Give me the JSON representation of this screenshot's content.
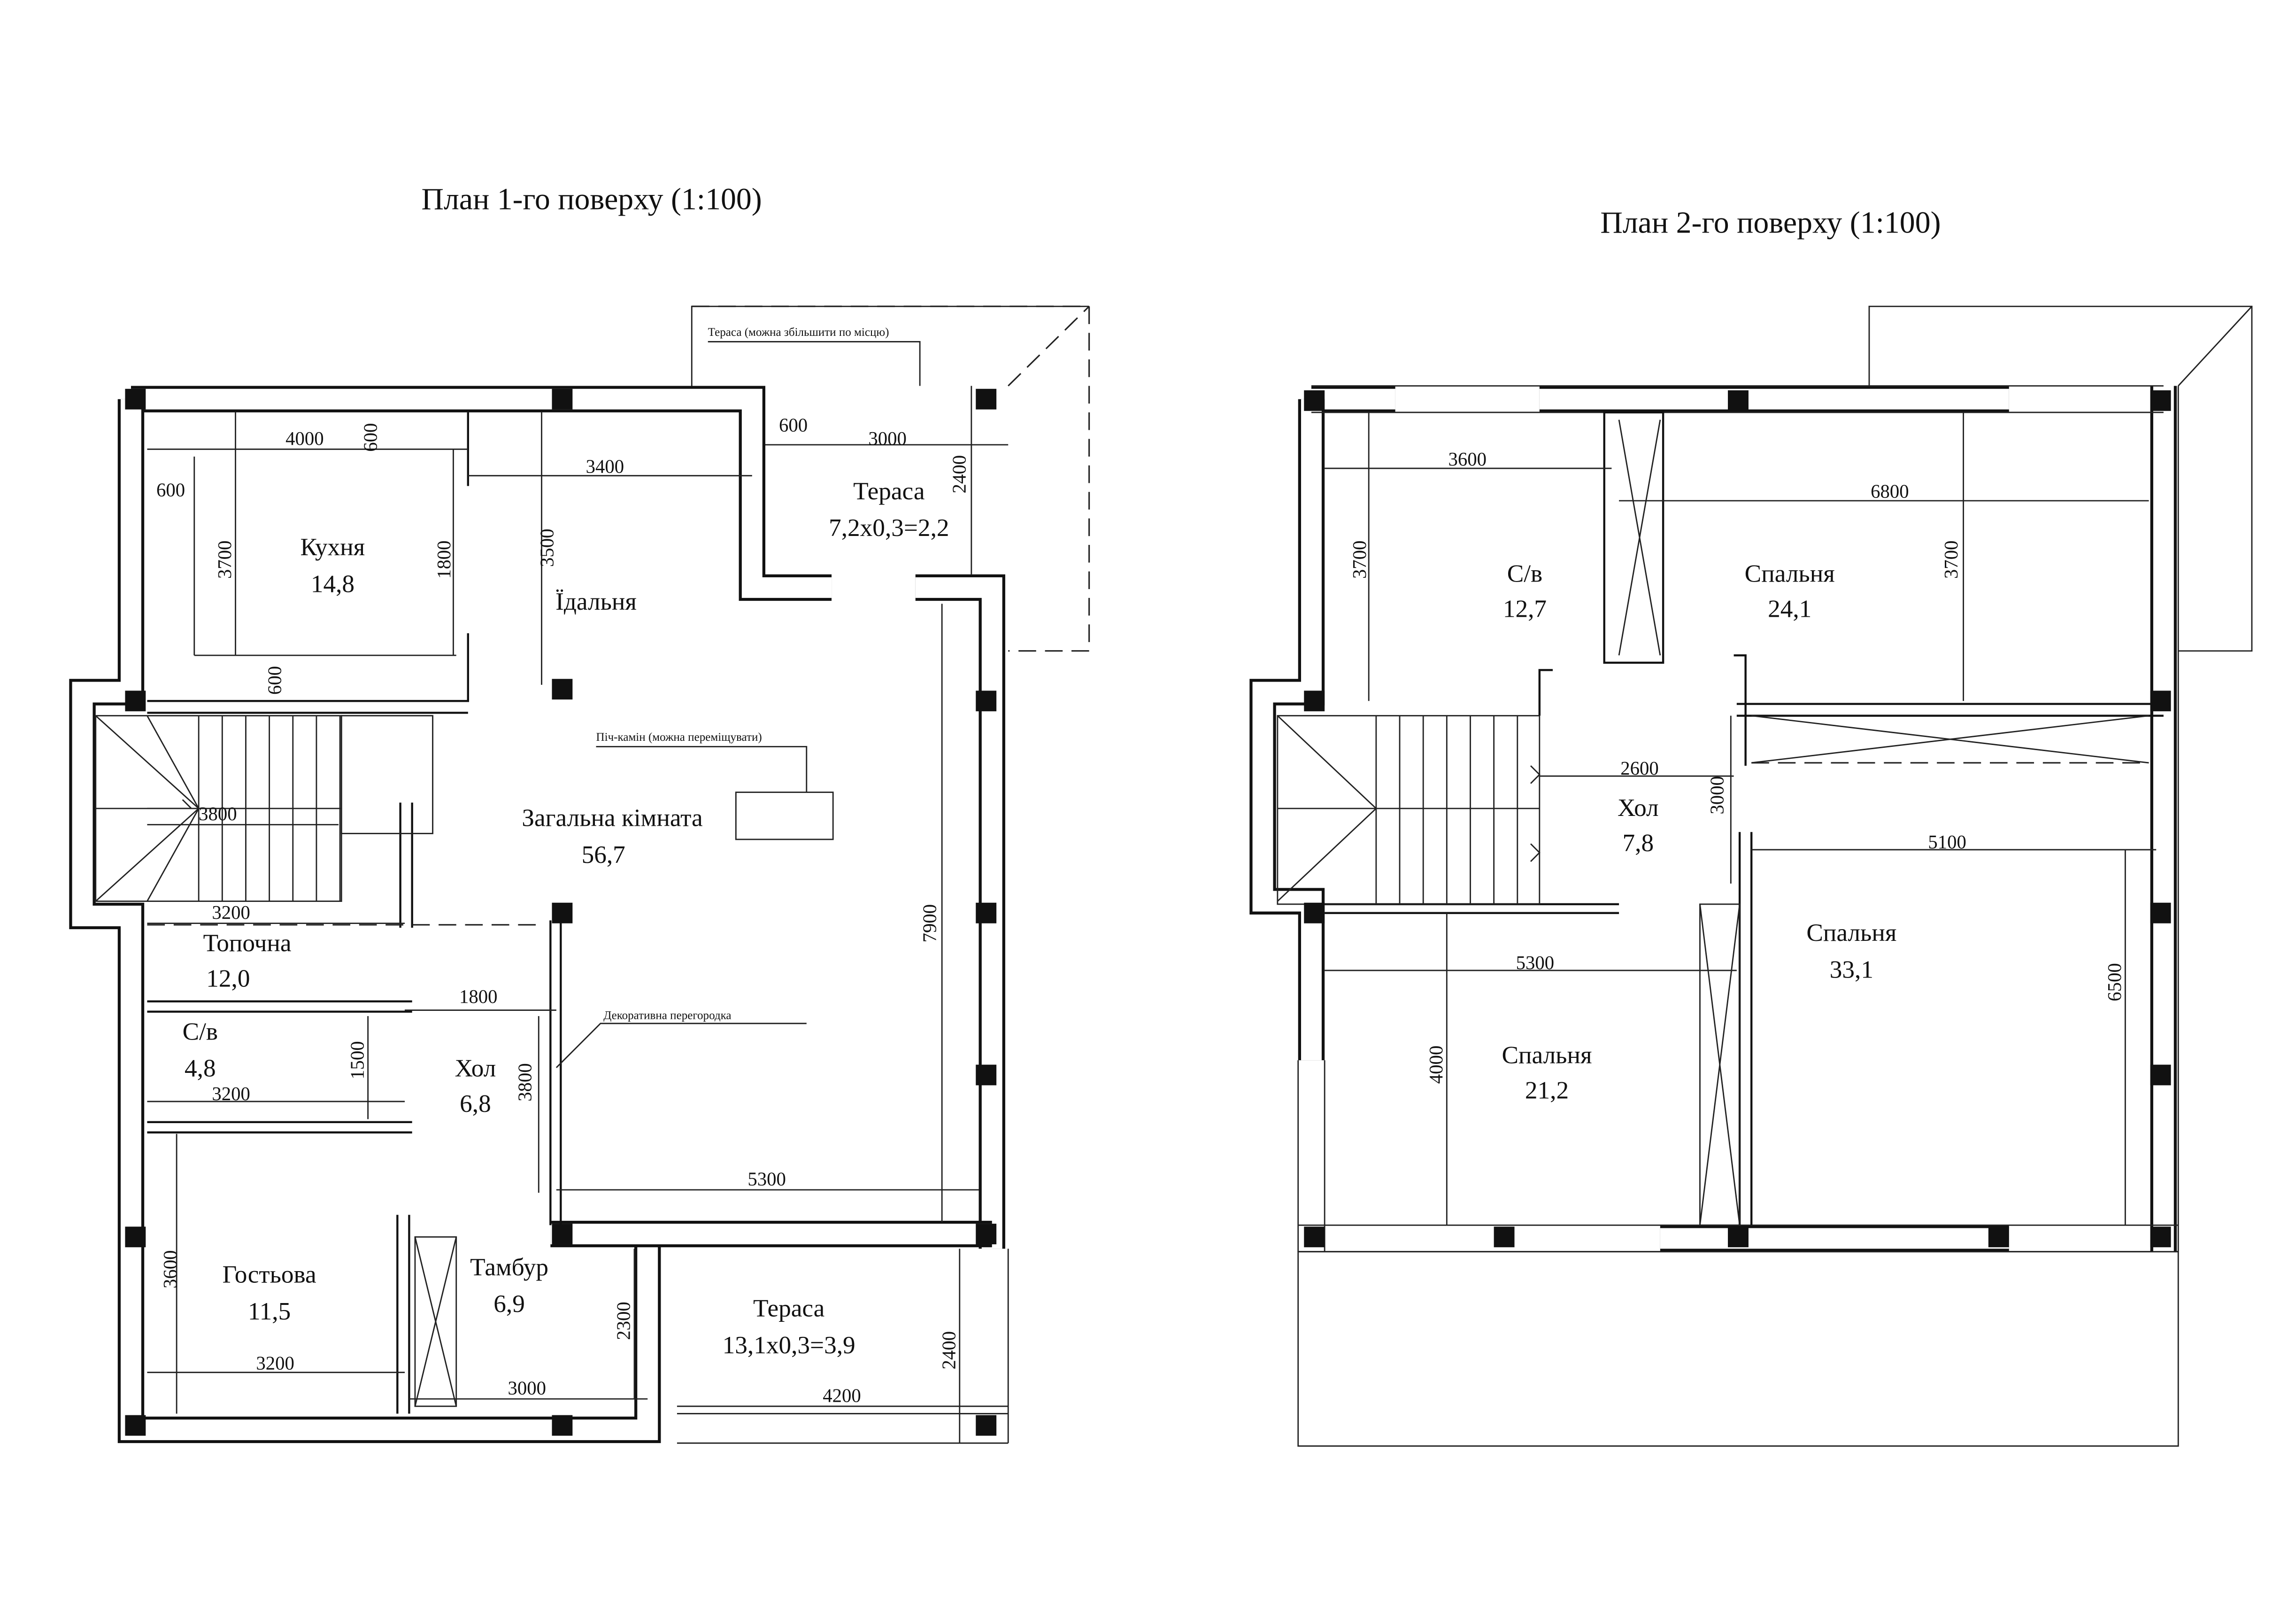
{
  "plan1": {
    "title": "План 1-го поверху (1:100)",
    "rooms": [
      {
        "name": "Кухня",
        "area": "14,8"
      },
      {
        "name": "Їдальня",
        "area": ""
      },
      {
        "name": "Загальна кімната",
        "area": "56,7"
      },
      {
        "name": "Тераса",
        "area": "7,2х0,3=2,2"
      },
      {
        "name": "Топочна",
        "area": "12,0"
      },
      {
        "name": "С/в",
        "area": "4,8"
      },
      {
        "name": "Хол",
        "area": "6,8"
      },
      {
        "name": "Гостьова",
        "area": "11,5"
      },
      {
        "name": "Тамбур",
        "area": "6,9"
      },
      {
        "name": "Тераса",
        "area": "13,1х0,3=3,9"
      }
    ],
    "notes": {
      "terrace": "Тераса (можна збільшити по місцю)",
      "fireplace": "Піч-камін (можна переміщувати)",
      "partition": "Декоративна перегородка"
    },
    "dims": [
      "4000",
      "600",
      "600",
      "3400",
      "600",
      "3000",
      "2400",
      "3700",
      "1800",
      "3500",
      "600",
      "3800",
      "3200",
      "7900",
      "1800",
      "1500",
      "3200",
      "3800",
      "5300",
      "3600",
      "2300",
      "2400",
      "3200",
      "3000",
      "4200"
    ]
  },
  "plan2": {
    "title": "План 2-го поверху (1:100)",
    "rooms": [
      {
        "name": "С/в",
        "area": "12,7"
      },
      {
        "name": "Спальня",
        "area": "24,1"
      },
      {
        "name": "Хол",
        "area": "7,8"
      },
      {
        "name": "Спальня",
        "area": "33,1"
      },
      {
        "name": "Спальня",
        "area": "21,2"
      }
    ],
    "dims": [
      "3600",
      "6800",
      "3700",
      "3700",
      "2600",
      "3000",
      "5100",
      "5300",
      "6500",
      "4000"
    ]
  }
}
